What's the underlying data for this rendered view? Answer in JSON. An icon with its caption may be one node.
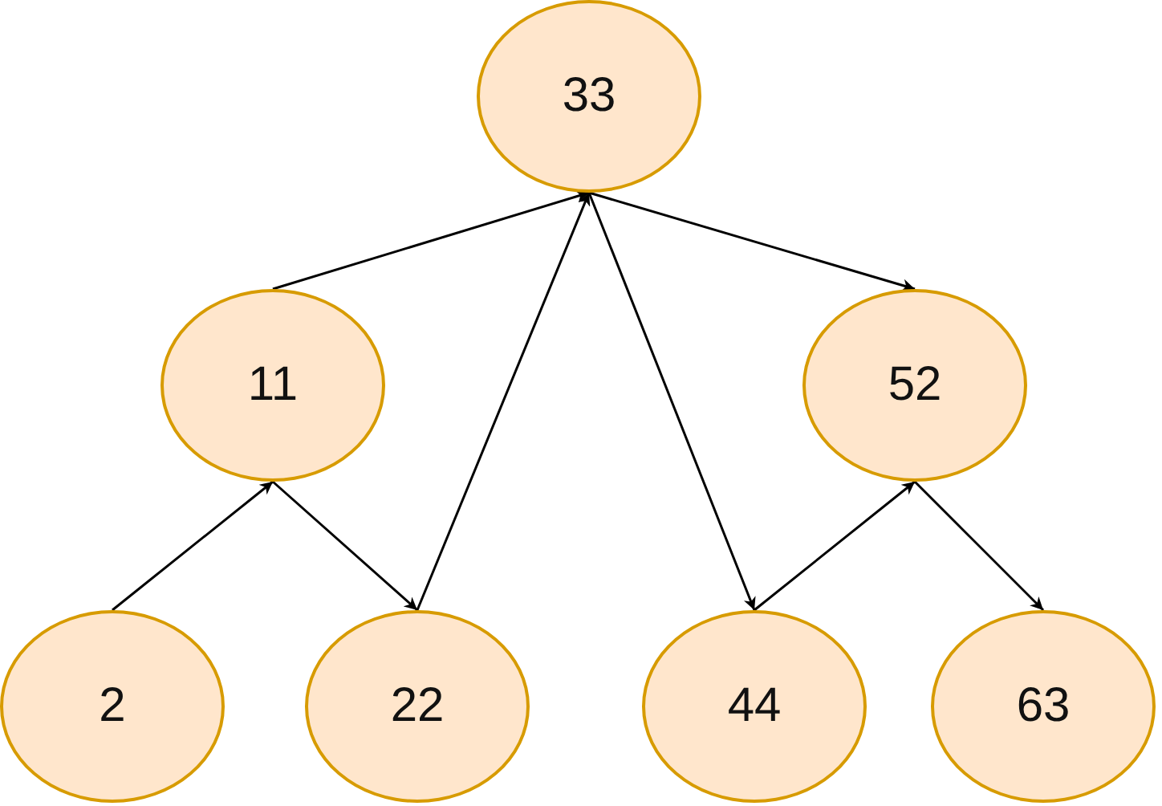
{
  "diagram": {
    "nodes": [
      {
        "text": [
          "33"
        ]
      },
      {
        "text": [
          "11"
        ]
      },
      {
        "text": [
          "52"
        ]
      },
      {
        "text": [
          "2"
        ]
      },
      {
        "text": [
          "22"
        ]
      },
      {
        "text": [
          "44"
        ]
      },
      {
        "text": [
          "63"
        ]
      }
    ],
    "edges": [
      {
        "from": 3,
        "to": 1,
        "arrow": "to"
      },
      {
        "from": 1,
        "to": 4,
        "arrow": "to"
      },
      {
        "from": 4,
        "to": 0,
        "arrow": "to"
      },
      {
        "from": 1,
        "to": 0,
        "arrow": "to"
      },
      {
        "from": 0,
        "to": 2,
        "arrow": "to"
      },
      {
        "from": 0,
        "to": 5,
        "arrow": "to"
      },
      {
        "from": 5,
        "to": 2,
        "arrow": "to"
      },
      {
        "from": 2,
        "to": 6,
        "arrow": "to"
      }
    ]
  }
}
